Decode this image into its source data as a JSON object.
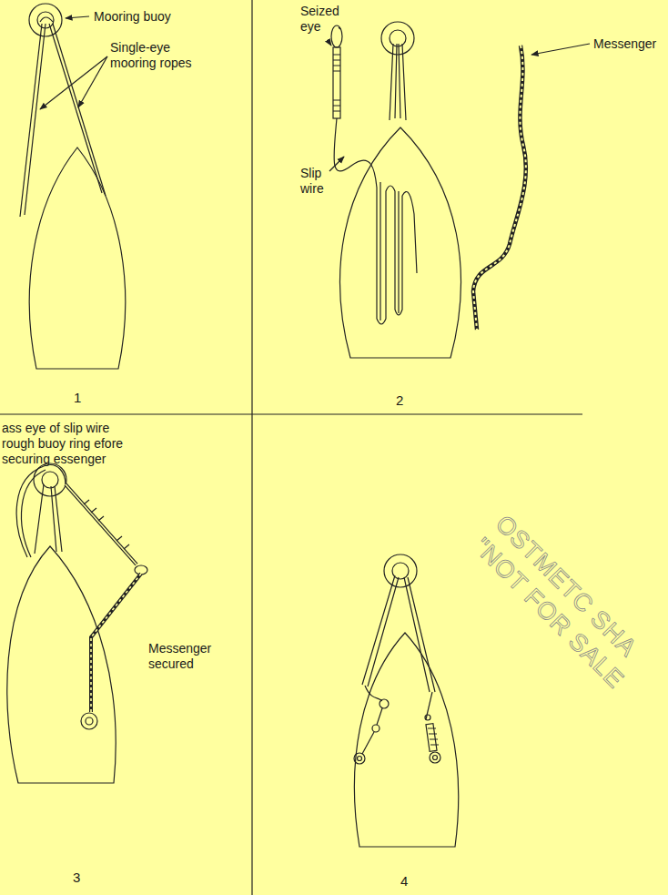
{
  "diagram": {
    "labels": [
      "Mooring buoy",
      "Single-eye mooring ropes",
      "1",
      "Seized eye",
      "Slip wire",
      "Messenger",
      "2",
      "ass eye of slip wire rough buoy ring efore securing essenger",
      "Messenger secured",
      "3",
      "4",
      "OSTMETC SHA",
      "\"NOT FOR SALE"
    ]
  }
}
